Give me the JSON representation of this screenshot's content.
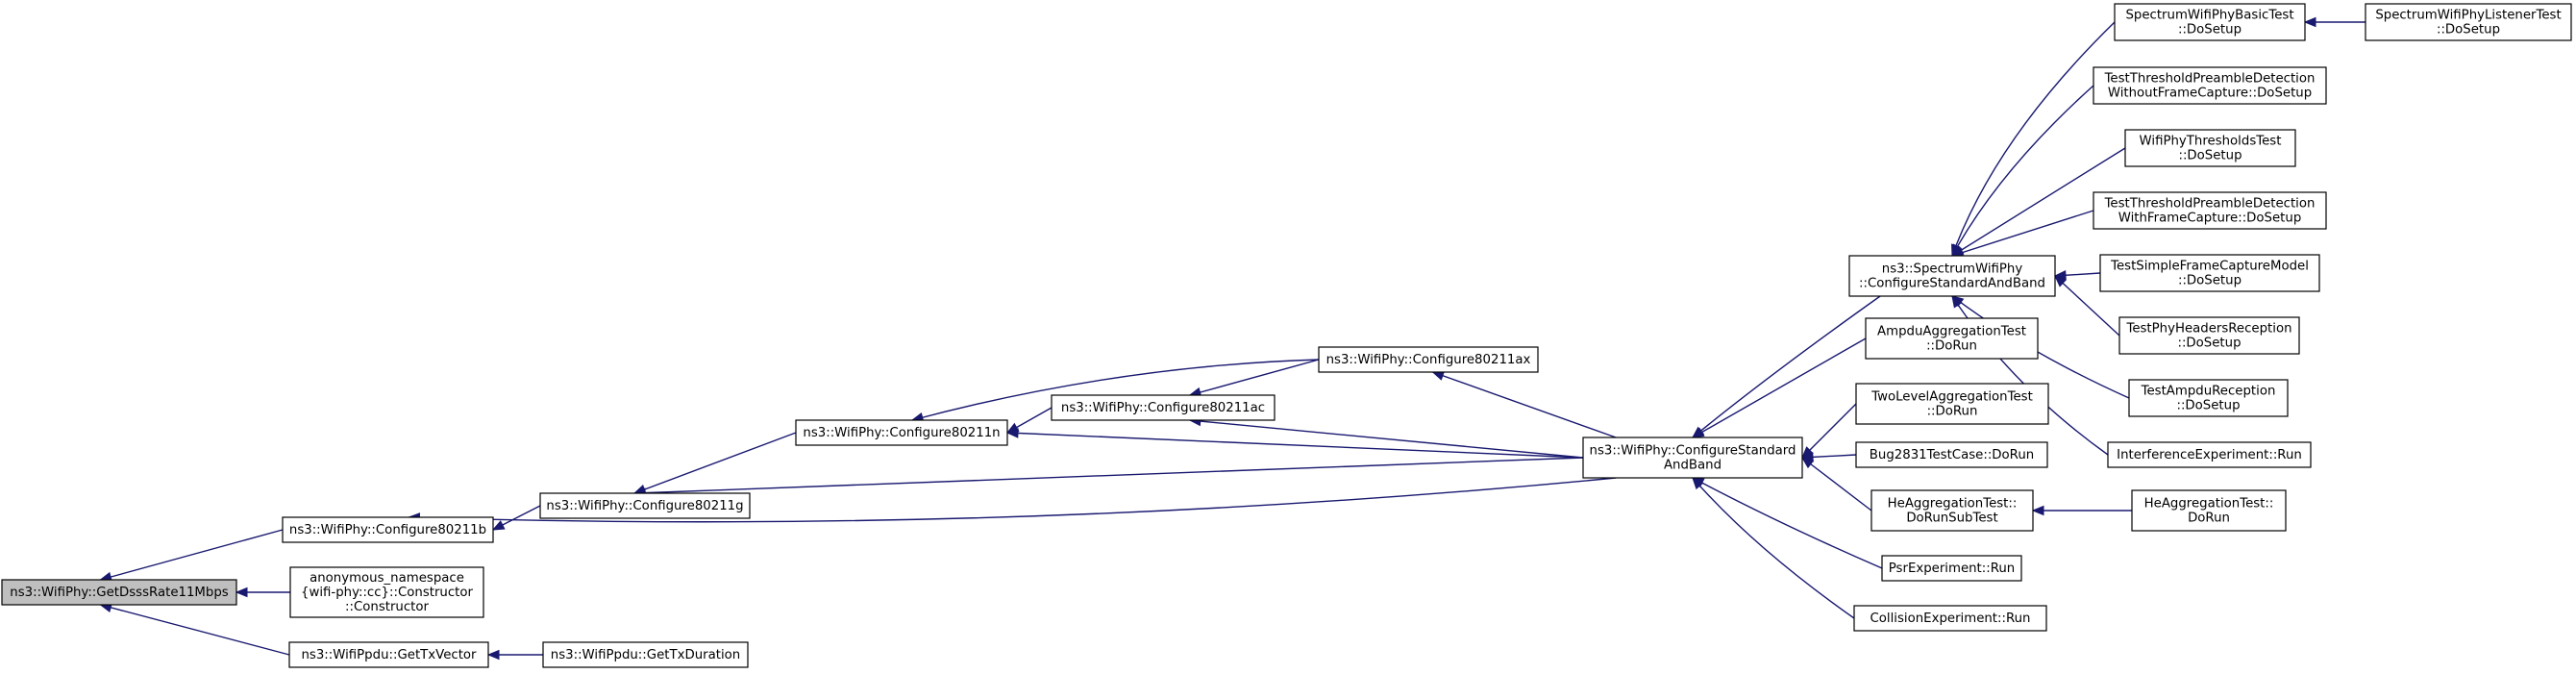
{
  "nodes": [
    {
      "id": "root",
      "lines": [
        "ns3::WifiPhy::GetDsssRate11Mbps"
      ],
      "root": true
    },
    {
      "id": "c80211b",
      "lines": [
        "ns3::WifiPhy::Configure80211b"
      ]
    },
    {
      "id": "anon",
      "lines": [
        "anonymous_namespace",
        "{wifi-phy::cc}::Constructor",
        "::Constructor"
      ]
    },
    {
      "id": "gettxvector",
      "lines": [
        "ns3::WifiPpdu::GetTxVector"
      ]
    },
    {
      "id": "gettxduration",
      "lines": [
        "ns3::WifiPpdu::GetTxDuration"
      ]
    },
    {
      "id": "c80211g",
      "lines": [
        "ns3::WifiPhy::Configure80211g"
      ]
    },
    {
      "id": "c80211n",
      "lines": [
        "ns3::WifiPhy::Configure80211n"
      ]
    },
    {
      "id": "c80211ac",
      "lines": [
        "ns3::WifiPhy::Configure80211ac"
      ]
    },
    {
      "id": "c80211ax",
      "lines": [
        "ns3::WifiPhy::Configure80211ax"
      ]
    },
    {
      "id": "csab",
      "lines": [
        "ns3::WifiPhy::ConfigureStandard",
        "AndBand"
      ]
    },
    {
      "id": "scsab",
      "lines": [
        "ns3::SpectrumWifiPhy",
        "::ConfigureStandardAndBand"
      ]
    },
    {
      "id": "ampdu",
      "lines": [
        "AmpduAggregationTest",
        "::DoRun"
      ]
    },
    {
      "id": "twolevel",
      "lines": [
        "TwoLevelAggregationTest",
        "::DoRun"
      ]
    },
    {
      "id": "bug2831",
      "lines": [
        "Bug2831TestCase::DoRun"
      ]
    },
    {
      "id": "hesub",
      "lines": [
        "HeAggregationTest::",
        "DoRunSubTest"
      ]
    },
    {
      "id": "herun",
      "lines": [
        "HeAggregationTest::",
        "DoRun"
      ]
    },
    {
      "id": "psr",
      "lines": [
        "PsrExperiment::Run"
      ]
    },
    {
      "id": "collision",
      "lines": [
        "CollisionExperiment::Run"
      ]
    },
    {
      "id": "swpbasic",
      "lines": [
        "SpectrumWifiPhyBasicTest",
        "::DoSetup"
      ]
    },
    {
      "id": "swplistener",
      "lines": [
        "SpectrumWifiPhyListenerTest",
        "::DoSetup"
      ]
    },
    {
      "id": "ttpdwithout",
      "lines": [
        "TestThresholdPreambleDetection",
        "WithoutFrameCapture::DoSetup"
      ]
    },
    {
      "id": "wpthresholds",
      "lines": [
        "WifiPhyThresholdsTest",
        "::DoSetup"
      ]
    },
    {
      "id": "ttpdwith",
      "lines": [
        "TestThresholdPreambleDetection",
        "WithFrameCapture::DoSetup"
      ]
    },
    {
      "id": "tsfcm",
      "lines": [
        "TestSimpleFrameCaptureModel",
        "::DoSetup"
      ]
    },
    {
      "id": "tphr",
      "lines": [
        "TestPhyHeadersReception",
        "::DoSetup"
      ]
    },
    {
      "id": "tampdu",
      "lines": [
        "TestAmpduReception",
        "::DoSetup"
      ]
    },
    {
      "id": "interference",
      "lines": [
        "InterferenceExperiment::Run"
      ]
    }
  ],
  "edges": [
    {
      "from": "c80211b",
      "to": "root"
    },
    {
      "from": "anon",
      "to": "root"
    },
    {
      "from": "gettxvector",
      "to": "root"
    },
    {
      "from": "gettxduration",
      "to": "gettxvector"
    },
    {
      "from": "c80211g",
      "to": "c80211b"
    },
    {
      "from": "csab",
      "to": "c80211b"
    },
    {
      "from": "c80211n",
      "to": "c80211g"
    },
    {
      "from": "csab",
      "to": "c80211g"
    },
    {
      "from": "c80211ac",
      "to": "c80211n"
    },
    {
      "from": "c80211ax",
      "to": "c80211n"
    },
    {
      "from": "csab",
      "to": "c80211n"
    },
    {
      "from": "c80211ax",
      "to": "c80211ac"
    },
    {
      "from": "csab",
      "to": "c80211ac"
    },
    {
      "from": "csab",
      "to": "c80211ax"
    },
    {
      "from": "scsab",
      "to": "csab"
    },
    {
      "from": "ampdu",
      "to": "csab"
    },
    {
      "from": "twolevel",
      "to": "csab"
    },
    {
      "from": "bug2831",
      "to": "csab"
    },
    {
      "from": "hesub",
      "to": "csab"
    },
    {
      "from": "psr",
      "to": "csab"
    },
    {
      "from": "collision",
      "to": "csab"
    },
    {
      "from": "herun",
      "to": "hesub"
    },
    {
      "from": "swpbasic",
      "to": "scsab"
    },
    {
      "from": "ttpdwithout",
      "to": "scsab"
    },
    {
      "from": "wpthresholds",
      "to": "scsab"
    },
    {
      "from": "ttpdwith",
      "to": "scsab"
    },
    {
      "from": "tsfcm",
      "to": "scsab"
    },
    {
      "from": "tphr",
      "to": "scsab"
    },
    {
      "from": "tampdu",
      "to": "scsab"
    },
    {
      "from": "interference",
      "to": "scsab"
    },
    {
      "from": "swplistener",
      "to": "swpbasic"
    }
  ]
}
